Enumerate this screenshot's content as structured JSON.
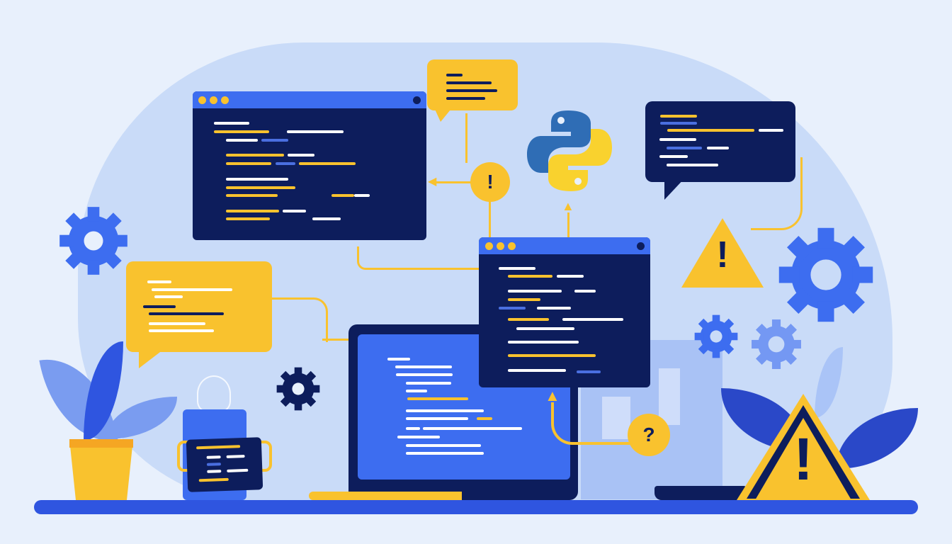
{
  "scene": {
    "title": "Python debugging / code error illustration",
    "colors": {
      "background": "#e8f0fc",
      "blob": "#c9dbf8",
      "navy": "#0d1d5c",
      "blue": "#3d6df0",
      "yellow": "#f9c22e",
      "python_blue": "#2f6db5"
    },
    "elements": {
      "code_window_top_left": "code-editor-window",
      "code_window_center": "code-editor-window",
      "laptop": "laptop-with-code",
      "python_logo": "python-logo",
      "warning_small": "warning-triangle",
      "warning_large": "warning-triangle",
      "gear_exclamation": "!",
      "gear_question": "?",
      "warning_mark": "!"
    }
  }
}
